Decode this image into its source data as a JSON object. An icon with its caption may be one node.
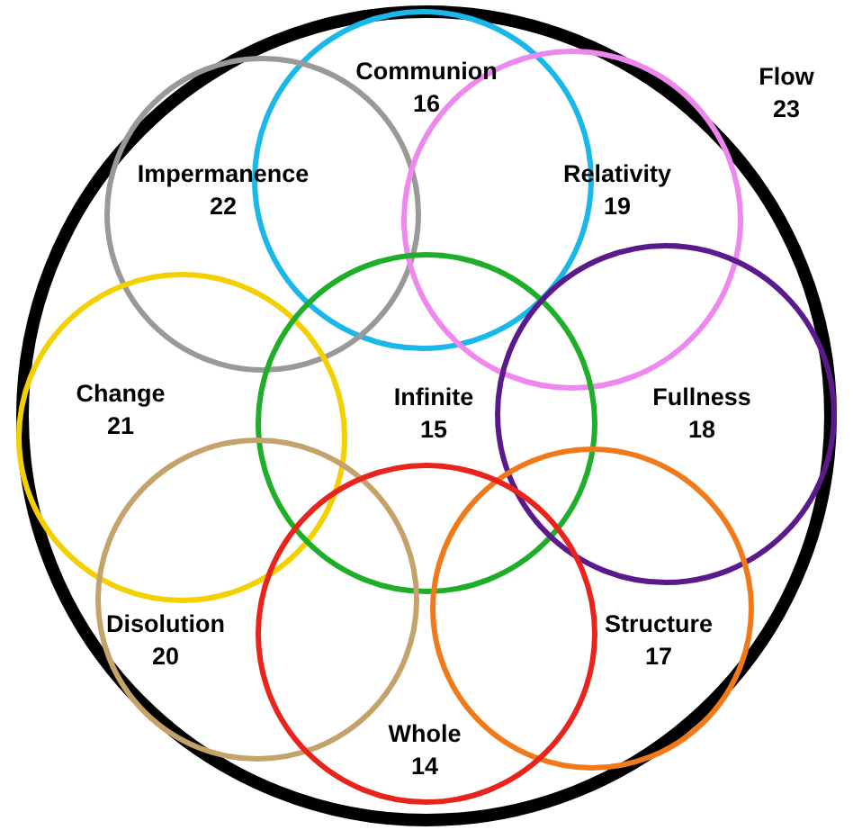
{
  "diagram": {
    "nodes": [
      {
        "text": [
          "Flow",
          "23"
        ]
      },
      {
        "text": [
          "Communion",
          "16"
        ],
        "in": 0
      },
      {
        "text": [
          "Impermanence",
          "22"
        ],
        "in": 0
      },
      {
        "text": [
          "Relativity",
          "19"
        ],
        "in": 0
      },
      {
        "text": [
          "Change",
          "21"
        ],
        "in": 0
      },
      {
        "text": [
          "Infinite",
          "15"
        ],
        "in": 0
      },
      {
        "text": [
          "Fullness",
          "18"
        ],
        "in": 0
      },
      {
        "text": [
          "Disolution",
          "20"
        ],
        "in": 0
      },
      {
        "text": [
          "Structure",
          "17"
        ],
        "in": 0
      },
      {
        "text": [
          "Whole",
          "14"
        ],
        "in": 0
      }
    ]
  }
}
